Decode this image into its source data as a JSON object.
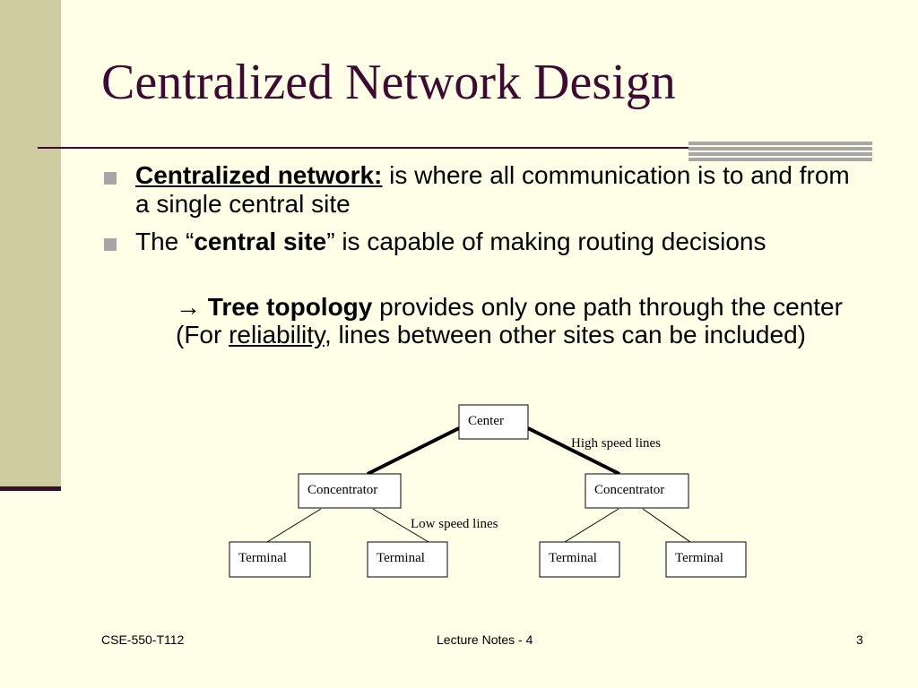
{
  "slide": {
    "title": "Centralized Network Design",
    "bullets": [
      {
        "term": "Centralized network:",
        "rest": " is where all communication is to and from a single central site"
      },
      {
        "pre": "The “",
        "term": "central site",
        "rest": "” is capable of making routing decisions"
      }
    ],
    "sub_bullet": {
      "arrow": "→ ",
      "term": "Tree topology",
      "text_a": " provides only one path through the center (For ",
      "underlined": "reliability",
      "text_b": ", lines between other sites can be included)"
    }
  },
  "diagram": {
    "center": "Center",
    "concentrator_left": "Concentrator",
    "concentrator_right": "Concentrator",
    "terminals": [
      "Terminal",
      "Terminal",
      "Terminal",
      "Terminal"
    ],
    "high_speed_label": "High speed lines",
    "low_speed_label": "Low speed lines"
  },
  "footer": {
    "left": "CSE-550-T112",
    "center": "Lecture Notes - 4",
    "page_number": "3"
  },
  "colors": {
    "background": "#FFFFE7",
    "side_band": "#CFCBA0",
    "title": "#3D0A33",
    "bullet_marker": "#A6A6A6"
  }
}
